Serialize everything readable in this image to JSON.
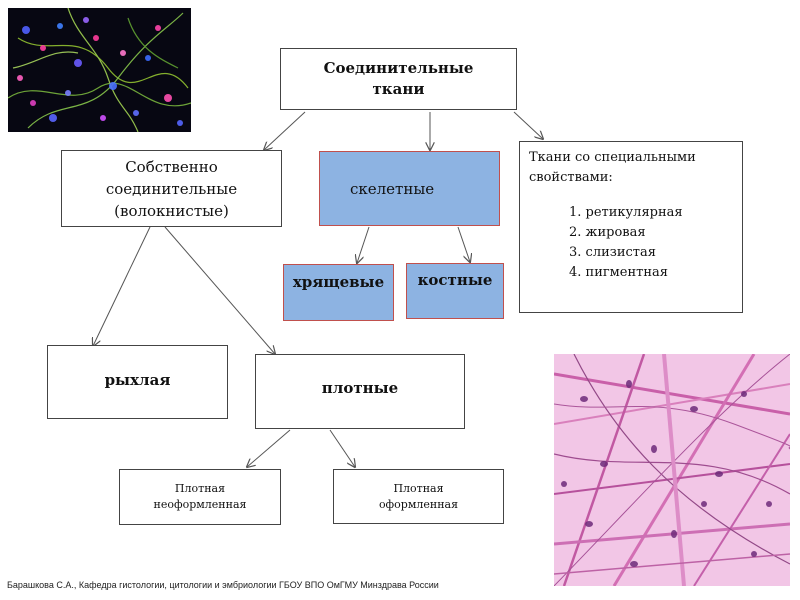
{
  "root": {
    "line1": "Соединительные",
    "line2": "ткани"
  },
  "proper": {
    "line1": "Собственно",
    "line2": "соединительные",
    "line3": "(волокнистые)"
  },
  "skeletal": {
    "label": "скелетные"
  },
  "cartilage": {
    "label": "хрящевые"
  },
  "bone": {
    "label": "костные"
  },
  "special": {
    "title1": "Ткани со специальными",
    "title2": "свойствами:",
    "items": [
      "1. ретикулярная",
      "2. жировая",
      "3. слизистая",
      "4. пигментная"
    ]
  },
  "loose": {
    "label": "рыхлая"
  },
  "dense": {
    "label": "плотные"
  },
  "dense_irregular": {
    "line1": "Плотная",
    "line2": "неоформленная"
  },
  "dense_regular": {
    "line1": "Плотная",
    "line2": "оформленная"
  },
  "footer": {
    "text": "Барашкова С.А., Кафедра гистологии, цитологии и эмбриологии ГБОУ ВПО ОмГМУ Минздрава России"
  },
  "colors": {
    "blue_fill": "#8db3e2",
    "blue_border": "#c0504d"
  }
}
